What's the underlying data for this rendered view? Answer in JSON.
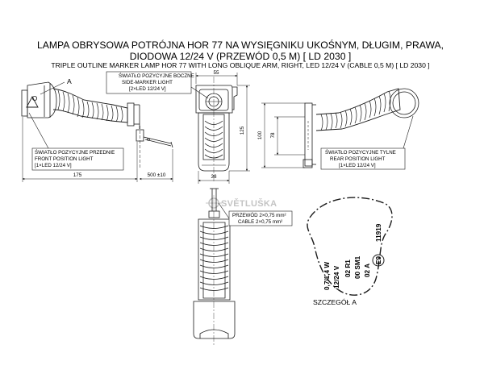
{
  "title": {
    "pl_line1": "LAMPA OBRYSOWA POTRÓJNA HOR 77 NA WYSIĘGNIKU UKOŚNYM, DŁUGIM, PRAWA,",
    "pl_line2": "DIODOWA 12/24 V (PRZEWÓD 0,5 M) [ LD 2030 ]",
    "en_line": "TRIPLE OUTLINE MARKER LAMP HOR 77 WITH LONG OBLIQUE ARM, RIGHT, LED 12/24 V (CABLE 0,5 M) [ LD 2030 ]"
  },
  "callouts": {
    "detail_ref": "A",
    "side_marker": [
      "ŚWIATŁO POZYCYJNE BOCZNE",
      "SIDE-MARKER LIGHT",
      "[2×LED 12/24 V]"
    ],
    "front_position": [
      "ŚWIATŁO POZYCYJNE PRZEDNIE",
      "FRONT POSITION LIGHT",
      "[1×LED 12/24 V]"
    ],
    "rear_position": [
      "ŚWIATŁO POZYCYJNE TYLNE",
      "REAR POSITION LIGHT",
      "[1×LED 12/24 V]"
    ],
    "cable": [
      "PRZEWÓD 2×0,75 mm²",
      "CABLE 2×0,75 mm²"
    ]
  },
  "dimensions": {
    "width_top": "55",
    "height_125": "125",
    "height_100": "100",
    "height_78": "78",
    "width_38": "38",
    "length_175": "175",
    "cable_len": "500 ±10"
  },
  "logo": "SVĚTLUŠKA",
  "detail": {
    "label": "SZCZEGÓŁ A",
    "markings": [
      "11919",
      "E9",
      "02 A",
      "00 SM1",
      "02 R1",
      "12/24 V",
      "0,7/1,4 W"
    ]
  },
  "colors": {
    "line": "#1b1b1b",
    "logo": "#c4c4c4"
  }
}
